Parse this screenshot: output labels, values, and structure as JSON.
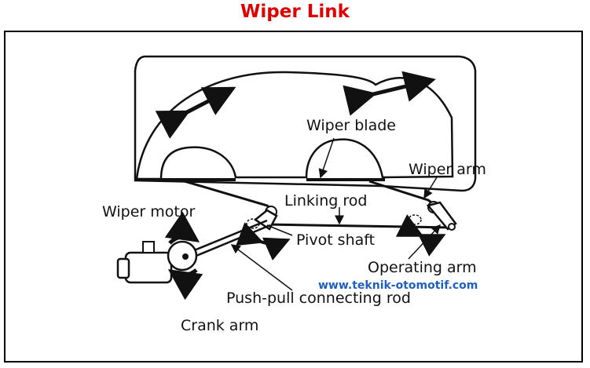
{
  "title": "Wiper Link",
  "colors": {
    "title": "#e00000",
    "website": "#1f5fbf",
    "ink": "#111111"
  },
  "labels": {
    "wiper_blade": "Wiper blade",
    "wiper_arm": "Wiper arm",
    "linking_rod": "Linking rod",
    "wiper_motor": "Wiper motor",
    "pivot_shaft": "Pivot shaft",
    "operating_arm": "Operating arm",
    "push_pull_rod": "Push-pull connecting rod",
    "crank_arm": "Crank arm"
  },
  "website": "www.teknik-otomotif.com"
}
